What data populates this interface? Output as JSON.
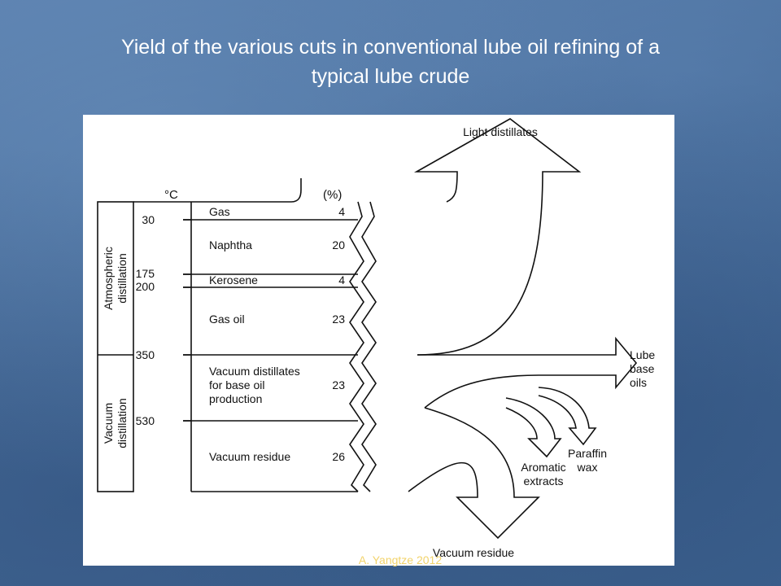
{
  "slide": {
    "title_line1": "Yield of the various cuts in conventional lube oil refining of a",
    "title_line2": "typical lube crude",
    "footer": "A. Yangtze 2012"
  },
  "diagram": {
    "temp_unit": "°C",
    "percent_unit": "(%)",
    "temperatures": [
      "30",
      "175",
      "200",
      "350",
      "530"
    ],
    "sections": {
      "atmospheric": [
        "Atmospheric",
        "distillation"
      ],
      "vacuum": [
        "Vacuum",
        "distillation"
      ]
    },
    "cuts": [
      {
        "name": [
          "Gas"
        ],
        "yield": "4"
      },
      {
        "name": [
          "Naphtha"
        ],
        "yield": "20"
      },
      {
        "name": [
          "Kerosene"
        ],
        "yield": "4"
      },
      {
        "name": [
          "Gas oil"
        ],
        "yield": "23"
      },
      {
        "name": [
          "Vacuum distillates",
          "for base oil",
          "production"
        ],
        "yield": "23"
      },
      {
        "name": [
          "Vacuum residue"
        ],
        "yield": "26"
      }
    ],
    "outputs": {
      "light_distillates": "Light distillates",
      "lube_base_oils": [
        "Lube",
        "base",
        "oils"
      ],
      "paraffin_wax": [
        "Paraffin",
        "wax"
      ],
      "aromatic_extracts": [
        "Aromatic",
        "extracts"
      ],
      "vacuum_residue": "Vacuum residue"
    }
  }
}
